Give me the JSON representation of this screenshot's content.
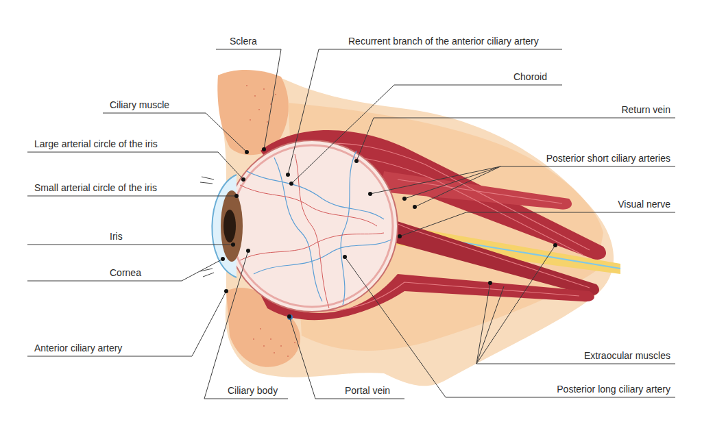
{
  "diagram": {
    "labels": [
      "Sclera",
      "Recurrent branch of the anterior ciliary artery",
      "Choroid",
      "Return vein",
      "Ciliary muscle",
      "Large arterial circle of the iris",
      "Posterior short ciliary arteries",
      "Small arterial circle of the iris",
      "Visual nerve",
      "Iris",
      "Cornea",
      "Anterior ciliary artery",
      "Extraocular muscles",
      "Ciliary body",
      "Portal vein",
      "Posterior long ciliary artery"
    ]
  }
}
